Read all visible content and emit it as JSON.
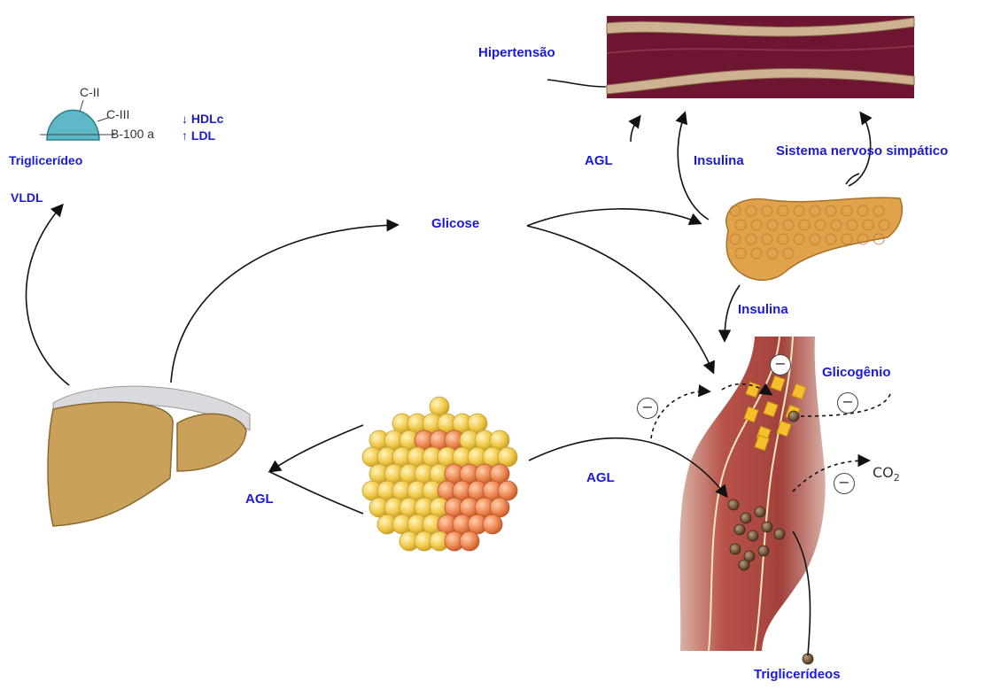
{
  "labels": {
    "hipertensao": "Hipertensão",
    "hdl": "↓ HDLc",
    "ldl": "↑ LDL",
    "triglicerideo": "Triglicerídeo",
    "vldl": "VLDL",
    "agl_top": "AGL",
    "insulina_top": "Insulina",
    "sistema_nervoso": "Sistema nervoso simpático",
    "glicose": "Glicose",
    "insulina_mid": "Insulina",
    "glicogenio": "Glicogênio",
    "agl_left": "AGL",
    "agl_mid": "AGL",
    "trigliceridios": "Triglicerídeos"
  },
  "apolipoproteins": {
    "c2": "C-II",
    "c3": "C-III",
    "b100": "B-100 a"
  },
  "co2": "CO",
  "co2_sub": "2",
  "inhibit_symbol": "−",
  "colors": {
    "label_text": "#1a1ad8",
    "vessel_wall": "#6e1531",
    "vessel_cells": "#cdb391",
    "liver": "#c9a15a",
    "pancreas": "#e0a24a",
    "fat_yellow": "#f3cc4c",
    "fat_orange": "#ee8a55",
    "muscle": "#b14a45",
    "glycogen": "#f5c02c",
    "lipoprotein": "#5fb8c6"
  }
}
